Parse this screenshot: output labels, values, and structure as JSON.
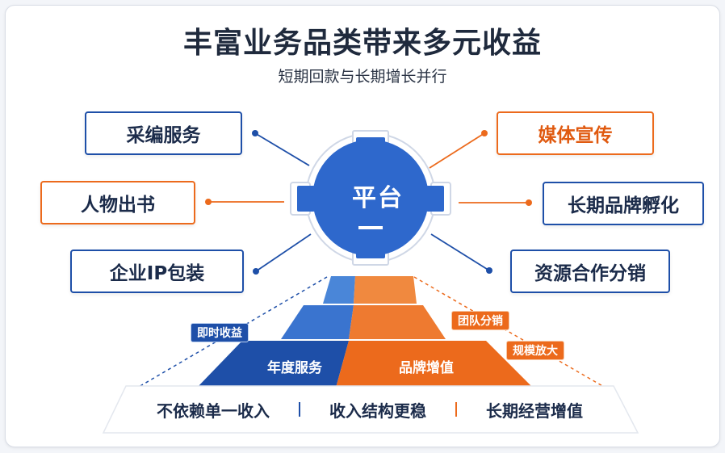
{
  "header": {
    "title": "丰富业务品类带来多元收益",
    "subtitle": "短期回款与长期增长并行"
  },
  "hub": {
    "label": "平台"
  },
  "left_items": [
    {
      "label": "采编服务",
      "color": "blue"
    },
    {
      "label": "人物出书",
      "color": "orange"
    },
    {
      "label": "企业IP包装",
      "color": "blue"
    }
  ],
  "right_items": [
    {
      "label": "媒体宣传",
      "color": "orange"
    },
    {
      "label": "长期品牌孵化",
      "color": "blue"
    },
    {
      "label": "资源合作分销",
      "color": "blue"
    }
  ],
  "pyramid": {
    "left_base": "年度服务",
    "right_base": "品牌增值",
    "tags": {
      "instant": "即时收益",
      "team": "团队分销",
      "scale": "规模放大"
    }
  },
  "bottom": {
    "items": [
      "不依赖单一收入",
      "收入结构更稳",
      "长期经营增值"
    ]
  },
  "colors": {
    "blue": "#1e4fa8",
    "orange": "#ec6a1c",
    "text": "#1f2a3d"
  }
}
